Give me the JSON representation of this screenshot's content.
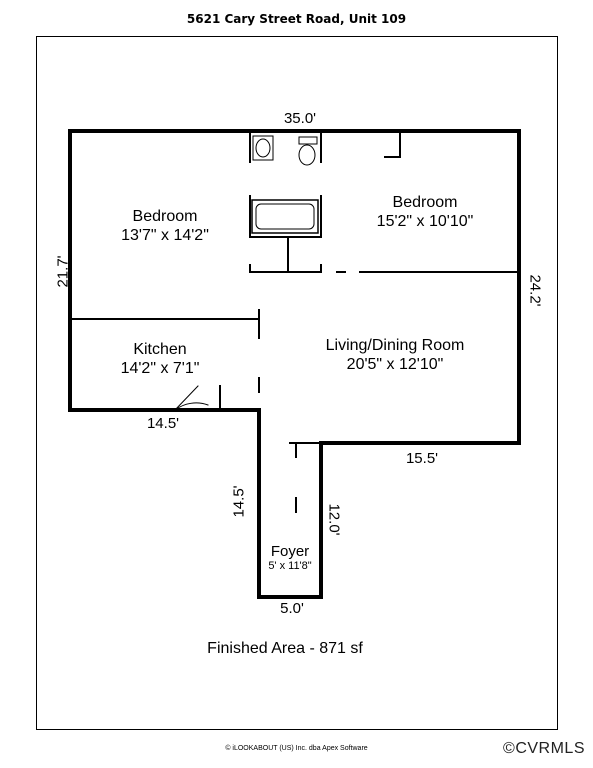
{
  "header": {
    "title": "5621 Cary Street Road, Unit 109"
  },
  "rooms": {
    "bedroom_left": {
      "name": "Bedroom",
      "size": "13'7\" x 14'2\""
    },
    "bedroom_right": {
      "name": "Bedroom",
      "size": "15'2\" x 10'10\""
    },
    "kitchen": {
      "name": "Kitchen",
      "size": "14'2\" x 7'1\""
    },
    "living": {
      "name": "Living/Dining Room",
      "size": "20'5\" x 12'10\""
    },
    "foyer": {
      "name": "Foyer",
      "size": "5' x 11'8\""
    }
  },
  "dimensions": {
    "top": "35.0'",
    "left": "21.7'",
    "right": "24.2'",
    "kitchen_bottom": "14.5'",
    "living_bottom": "15.5'",
    "foyer_left": "14.5'",
    "foyer_right": "12.0'",
    "foyer_bottom": "5.0'"
  },
  "finished_area": "Finished Area - 871 sf",
  "footer": "© iLOOKABOUT (US) Inc. dba Apex Software",
  "brand": "©CVRMLS"
}
